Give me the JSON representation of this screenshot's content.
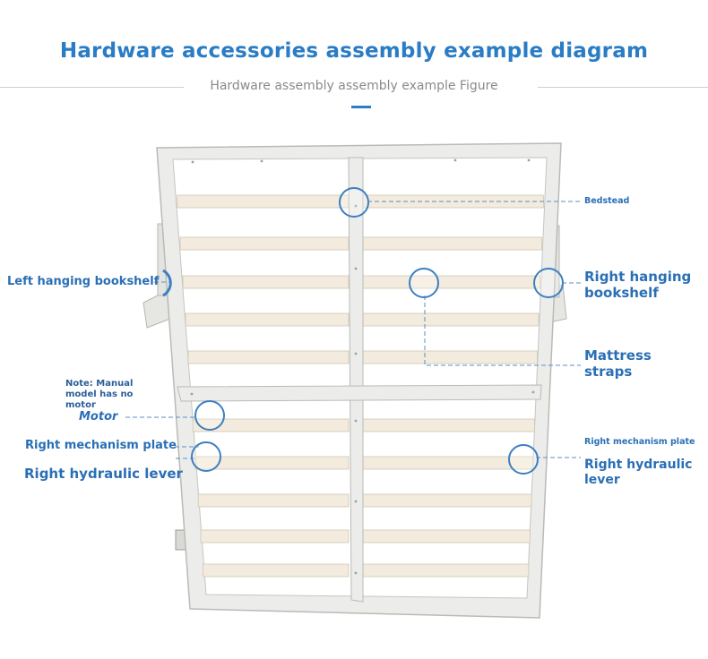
{
  "header": {
    "title": "Hardware accessories assembly example diagram",
    "subtitle": "Hardware assembly assembly example Figure"
  },
  "labels": {
    "bedstead": "Bedstead",
    "left_bookshelf": "Left hanging bookshelf",
    "right_bookshelf": "Right hanging bookshelf",
    "mattress_straps": "Mattress straps",
    "note": "Note: Manual model has no motor",
    "motor": "Motor",
    "right_mech_plate_left": "Right mechanism plate",
    "right_hydraulic_left": "Right hydraulic lever",
    "right_mech_plate_right": "Right mechanism plate",
    "right_hydraulic_right": "Right hydraulic lever"
  },
  "colors": {
    "accent": "#2a7cc4",
    "label": "#2a6fb5",
    "frame": "#ecedea",
    "frame_edge": "#b9bbb6",
    "slat": "#f3ebdd"
  }
}
